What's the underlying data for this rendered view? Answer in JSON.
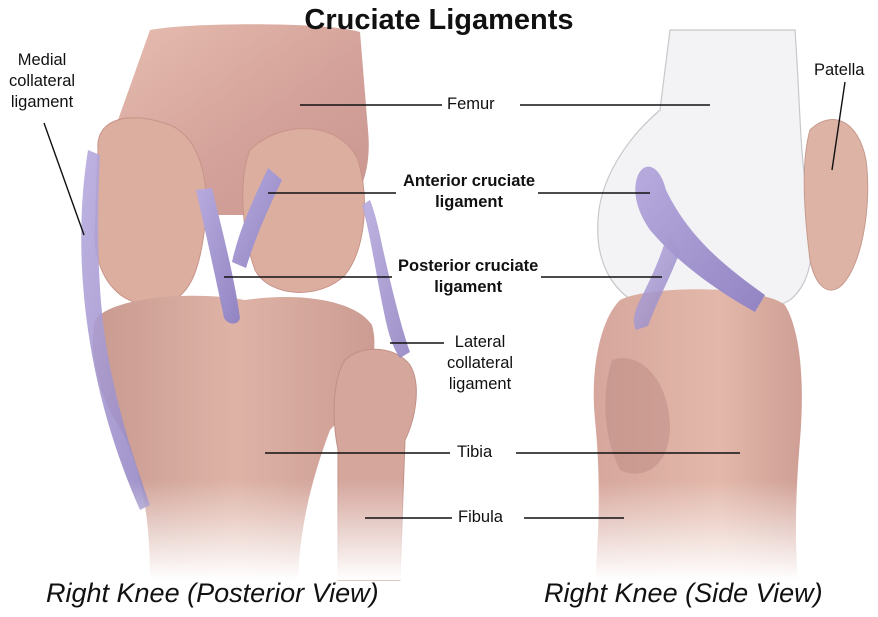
{
  "title": "Cruciate Ligaments",
  "labels": {
    "medial_collateral": [
      "Medial",
      "collateral",
      "ligament"
    ],
    "femur": "Femur",
    "patella": "Patella",
    "anterior_cruciate": [
      "Anterior cruciate",
      "ligament"
    ],
    "posterior_cruciate": [
      "Posterior cruciate",
      "ligament"
    ],
    "lateral_collateral": [
      "Lateral",
      "collateral",
      "ligament"
    ],
    "tibia": "Tibia",
    "fibula": "Fibula"
  },
  "captions": {
    "left": "Right Knee (Posterior View)",
    "right": "Right Knee (Side View)"
  },
  "colors": {
    "bone": "#d8a9a0",
    "bone_shadow": "#b98580",
    "bone_highlight": "#ecc5b4",
    "ligament": "#a99bd0",
    "ligament_dark": "#8a7ab8",
    "femur_transparent": "#f1f1f3"
  }
}
